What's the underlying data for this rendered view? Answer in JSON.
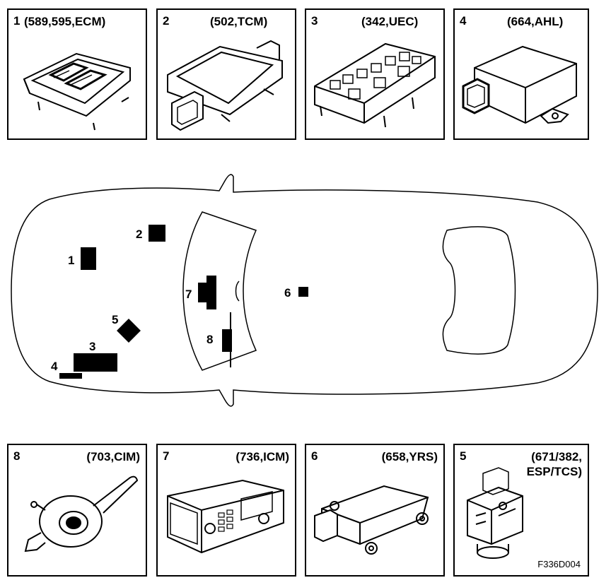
{
  "top_panels": [
    {
      "num": "1",
      "code": "(589,595,ECM)",
      "icon": "ecm-module-icon"
    },
    {
      "num": "2",
      "code": "(502,TCM)",
      "icon": "tcm-module-icon"
    },
    {
      "num": "3",
      "code": "(342,UEC)",
      "icon": "fuse-relay-box-icon"
    },
    {
      "num": "4",
      "code": "(664,AHL)",
      "icon": "ahl-module-icon"
    }
  ],
  "bottom_panels": [
    {
      "num": "8",
      "code": "(703,CIM)",
      "icon": "steering-column-module-icon"
    },
    {
      "num": "7",
      "code": "(736,ICM)",
      "icon": "radio-head-unit-icon"
    },
    {
      "num": "6",
      "code": "(658,YRS)",
      "icon": "yaw-rate-sensor-icon"
    },
    {
      "num": "5",
      "code_line1": "(671/382,",
      "code_line2": "ESP/TCS)",
      "icon": "abs-hydraulic-unit-icon"
    }
  ],
  "car_labels": {
    "l1": "1",
    "l2": "2",
    "l3": "3",
    "l4": "4",
    "l5": "5",
    "l6": "6",
    "l7": "7",
    "l8": "8"
  },
  "figure_id": "F336D004"
}
